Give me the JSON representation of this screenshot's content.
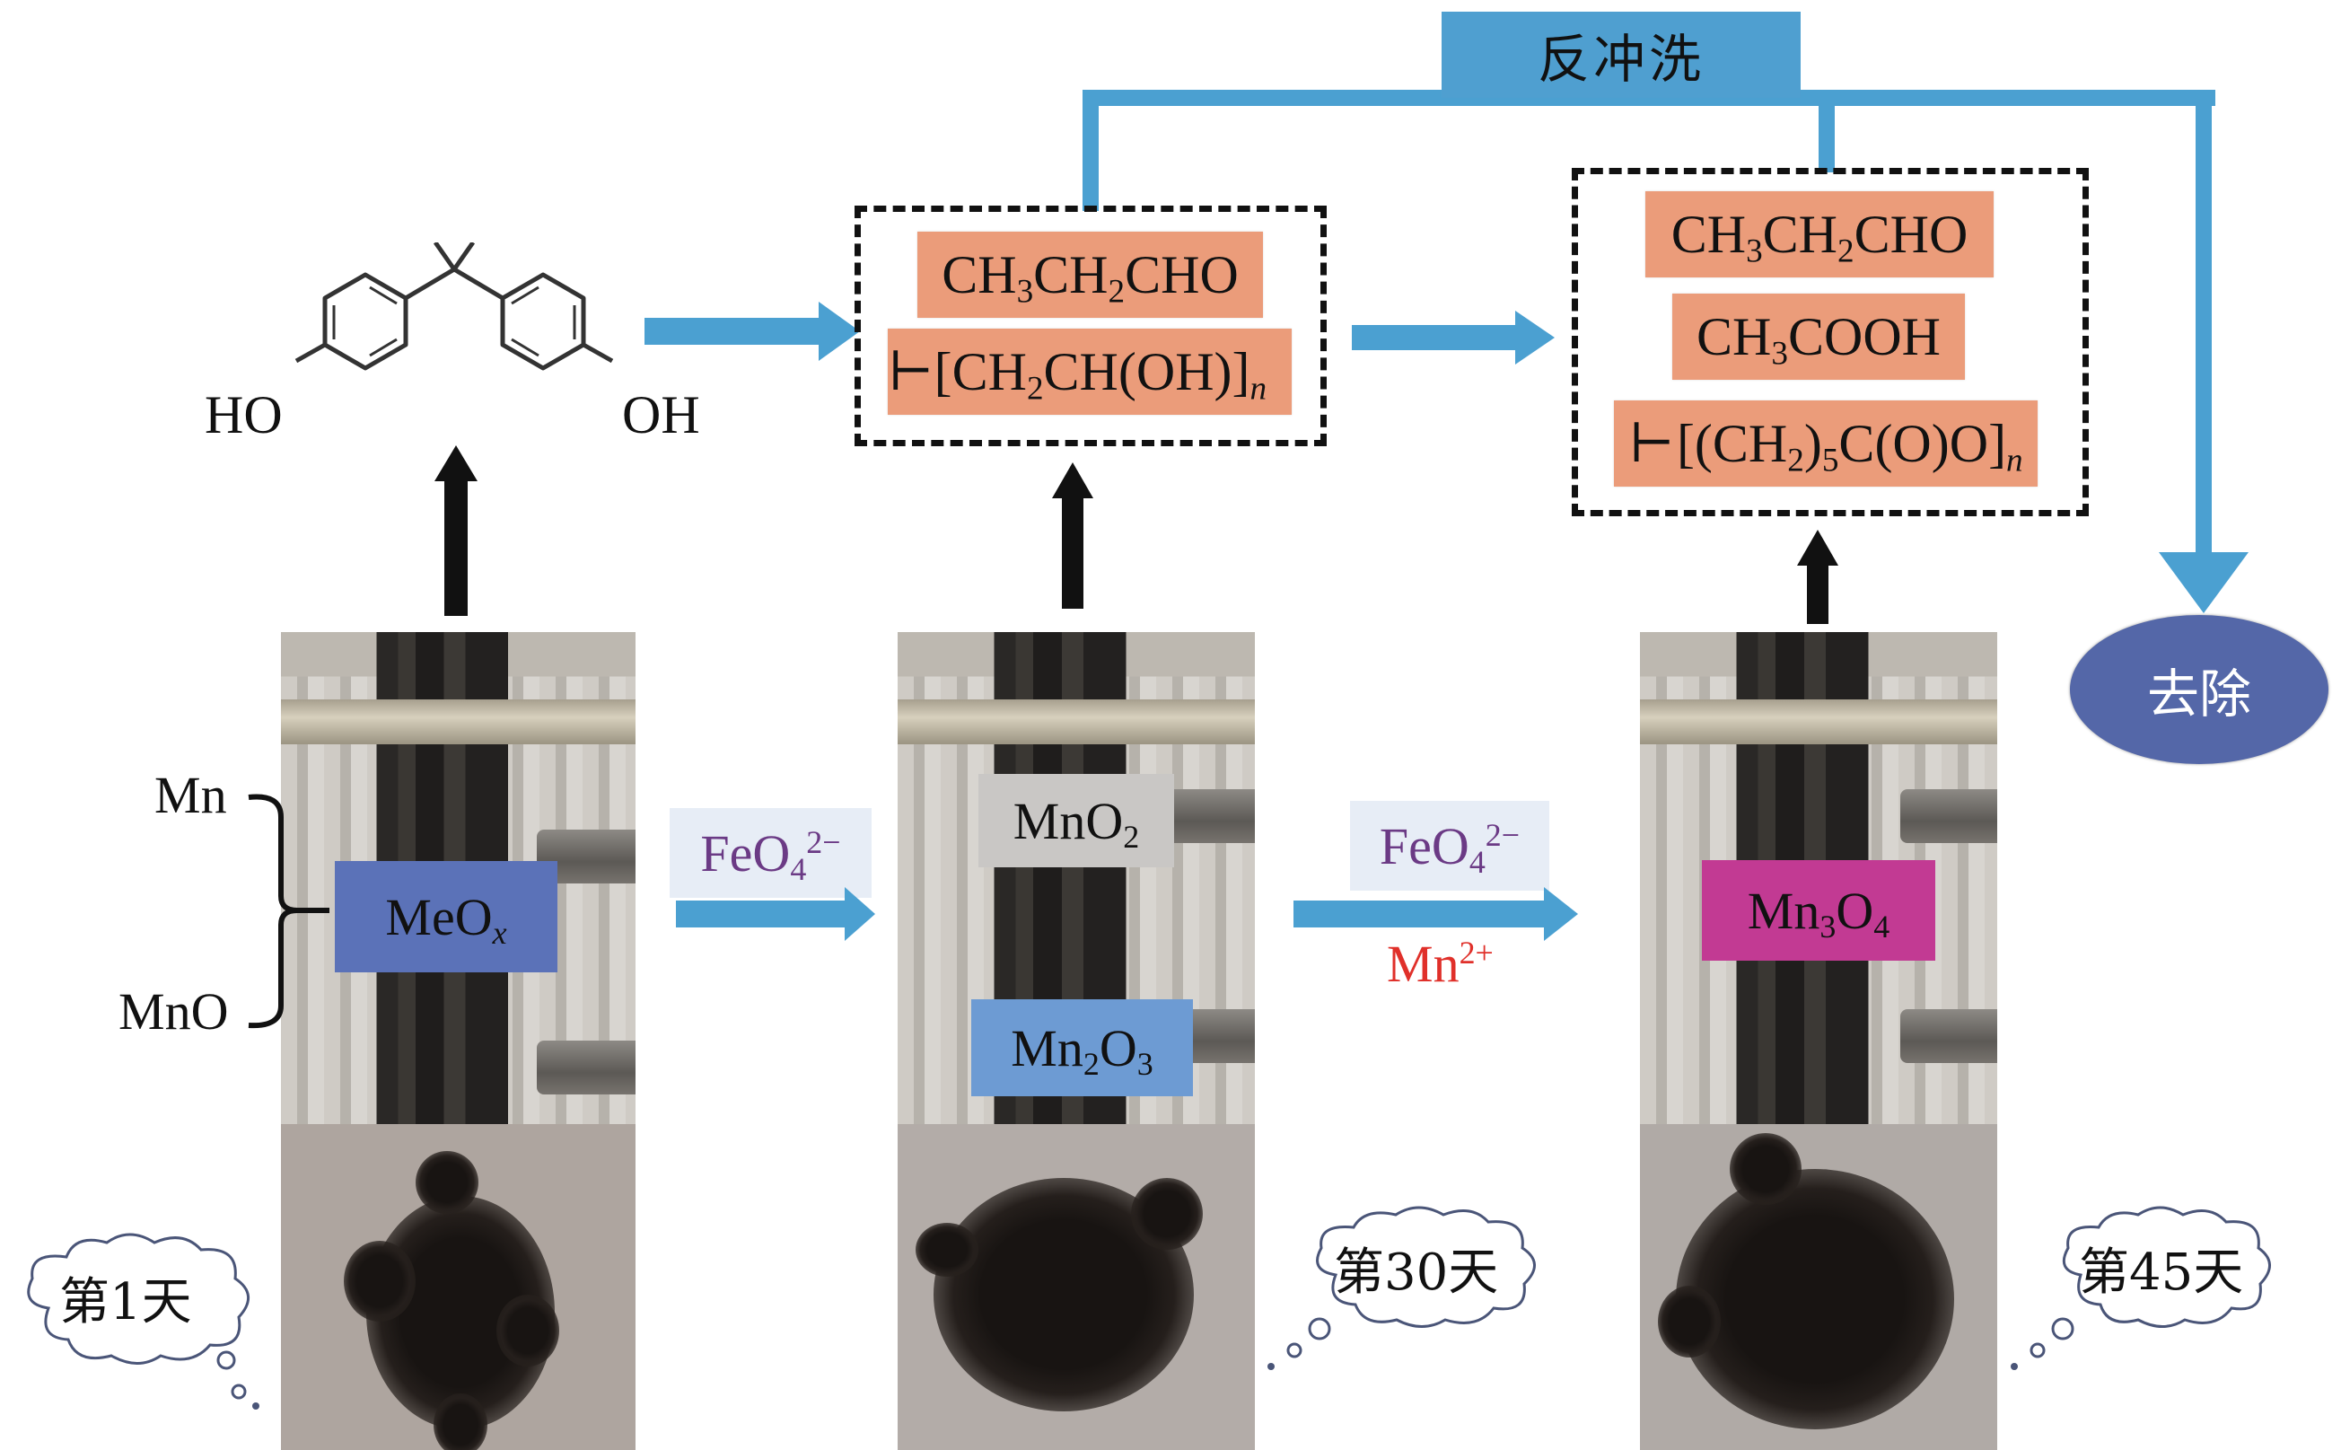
{
  "backwash": {
    "label": "反冲洗"
  },
  "removal": {
    "label": "去除"
  },
  "bpa": {
    "left_group": "HO",
    "right_group": "OH",
    "name": "bisphenol-A-structure"
  },
  "stage1_products": [
    {
      "formula_html": "CH<sub>3</sub>CH<sub>2</sub>CHO"
    },
    {
      "formula_html": "<span class='bl'>⊢</span>[CH<sub>2</sub>CH(OH)]<sub><i>n</i></sub>"
    }
  ],
  "stage2_products": [
    {
      "formula_html": "CH<sub>3</sub>CH<sub>2</sub>CHO"
    },
    {
      "formula_html": "CH<sub>3</sub>COOH"
    },
    {
      "formula_html": "[(CH<sub>2</sub>)<sub>5</sub>C(O)O]<sub><i>n</i></sub>"
    }
  ],
  "panel1": {
    "bracket_top": "Mn",
    "bracket_bottom": "MnO",
    "oxide_html": "MeO<sub><i>x</i></sub>",
    "oxide_color": "#5b72b8",
    "day_label": "第1天"
  },
  "panel2": {
    "oxide_top_html": "MnO<sub>2</sub>",
    "oxide_top_color": "#c9c7c5",
    "oxide_bottom_html": "Mn<sub>2</sub>O<sub>3</sub>",
    "oxide_bottom_color": "#6d9bd3",
    "day_label": "第30天"
  },
  "panel3": {
    "oxide_html": "Mn<sub>3</sub>O<sub>4</sub>",
    "oxide_color": "#c23a93",
    "day_label": "第45天"
  },
  "transition1": {
    "reagent_html": "FeO<sub>4</sub><sup>2−</sup>"
  },
  "transition2": {
    "reagent_html": "FeO<sub>4</sub><sup>2−</sup>",
    "coreagent_html": "Mn<sup>2+</sup>"
  },
  "colors": {
    "flow_arrow": "#4ba0d1",
    "backwash_box": "#4f9fd0",
    "removal_ellipse": "#5467a8",
    "product_box": "#eb9c7a",
    "reagent_box": "#e7edf6",
    "reagent_text": "#6b3a85",
    "coreagent_text": "#e0302a"
  }
}
